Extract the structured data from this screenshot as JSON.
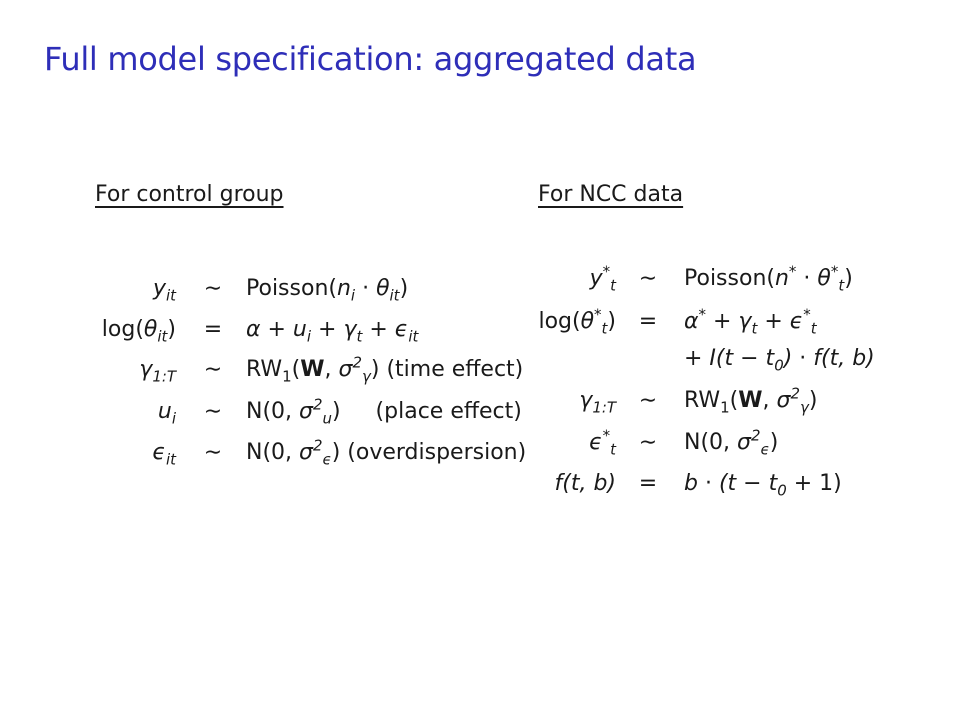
{
  "slide": {
    "title": "Full model specification: aggregated data"
  },
  "control": {
    "heading": "For control group",
    "notes": {
      "time": "(time effect)",
      "place": "(place effect)",
      "over": "(overdispersion)"
    }
  },
  "ncc": {
    "heading": "For NCC data"
  }
}
